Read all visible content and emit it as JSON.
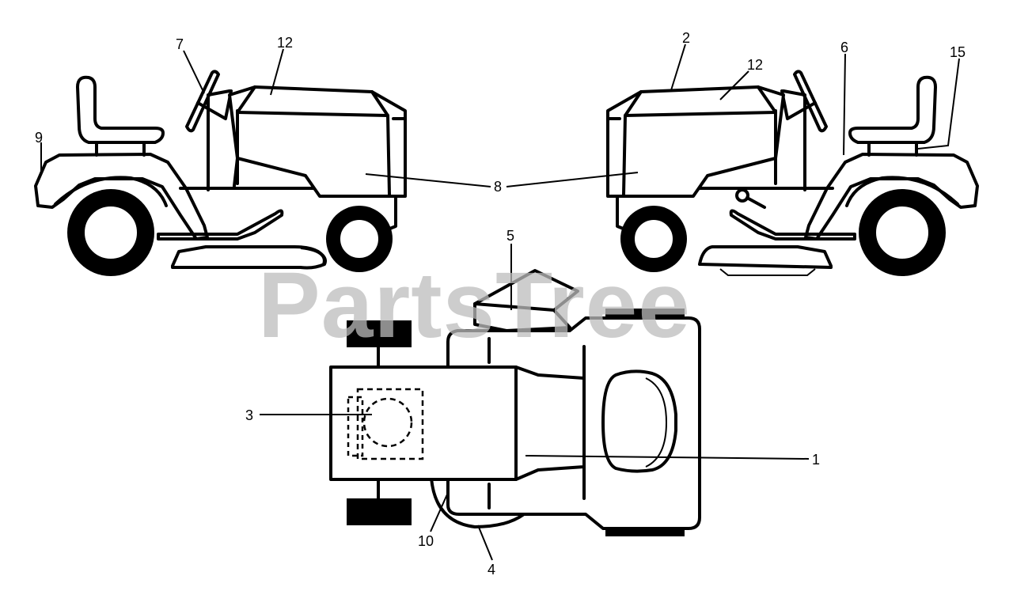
{
  "watermark": {
    "text": "PartsTree"
  },
  "callouts": {
    "c1": "1",
    "c2": "2",
    "c3": "3",
    "c4": "4",
    "c5": "5",
    "c6": "6",
    "c7": "7",
    "c8": "8",
    "c9": "9",
    "c10": "10",
    "c12_left": "12",
    "c12_right": "12",
    "c15": "15"
  }
}
